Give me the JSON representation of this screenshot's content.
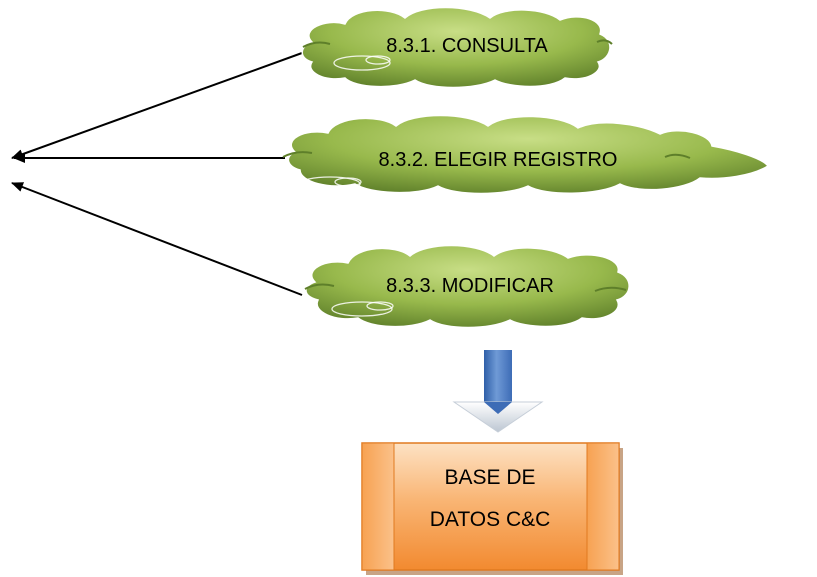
{
  "nodes": {
    "consulta": "8.3.1. CONSULTA",
    "elegir_registro": "8.3.2. ELEGIR REGISTRO",
    "modificar": "8.3.3. MODIFICAR",
    "database": [
      "BASE DE",
      "DATOS C&C"
    ]
  },
  "colors": {
    "cloud_light": "#b5cf6e",
    "cloud_mid": "#8fb245",
    "cloud_dark": "#5e7f2a",
    "box_light": "#fdd3a5",
    "box_dark": "#f5913d",
    "arrow_blue": "#4a7cc4"
  }
}
